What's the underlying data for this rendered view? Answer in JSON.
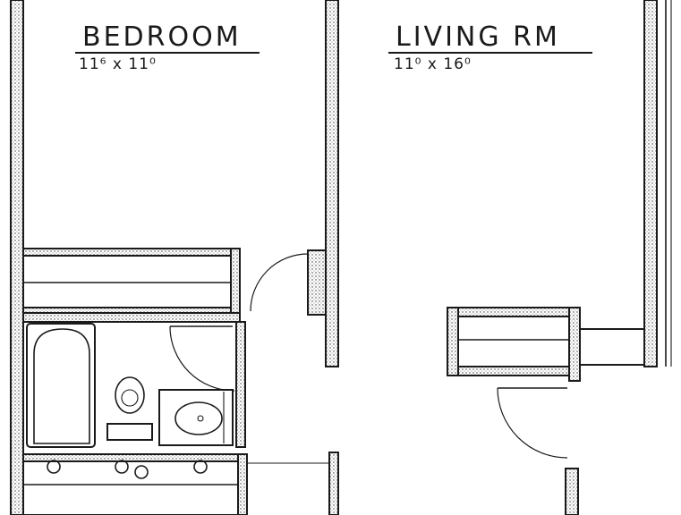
{
  "rooms": {
    "bedroom": {
      "name": "BEDROOM",
      "dimensions": "11⁶ x 11⁰"
    },
    "living": {
      "name": "LIVING RM",
      "dimensions": "11⁰ x 16⁰"
    }
  },
  "colors": {
    "ink": "#1a1a1a",
    "paper": "#ffffff"
  }
}
